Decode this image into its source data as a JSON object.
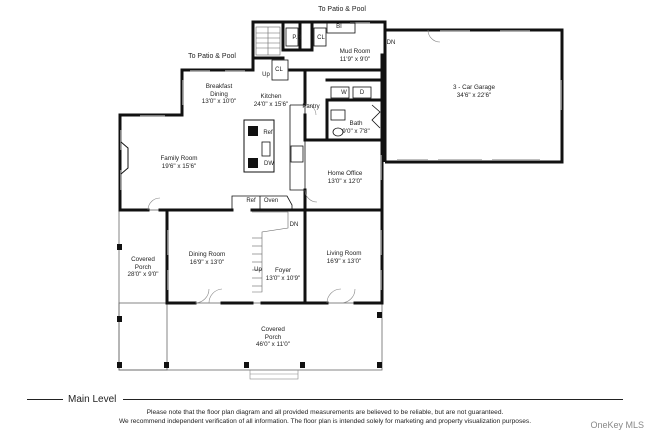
{
  "plan": {
    "rooms": [
      {
        "id": "breakfast",
        "name": "Breakfast\nDining",
        "dims": "13'0\" x 10'0\""
      },
      {
        "id": "kitchen",
        "name": "Kitchen",
        "dims": "24'0\" x 15'6\""
      },
      {
        "id": "family",
        "name": "Family Room",
        "dims": "19'6\" x 15'6\""
      },
      {
        "id": "mud",
        "name": "Mud Room",
        "dims": "11'9\" x 9'0\""
      },
      {
        "id": "garage",
        "name": "3 - Car Garage",
        "dims": "34'6\" x 22'6\""
      },
      {
        "id": "bath",
        "name": "Bath",
        "dims": "9'0\" x 7'8\""
      },
      {
        "id": "office",
        "name": "Home Office",
        "dims": "13'0\" x 12'0\""
      },
      {
        "id": "dining",
        "name": "Dining Room",
        "dims": "16'9\" x 13'0\""
      },
      {
        "id": "foyer",
        "name": "Foyer",
        "dims": "13'0\" x 10'9\""
      },
      {
        "id": "living",
        "name": "Living Room",
        "dims": "16'9\" x 13'0\""
      },
      {
        "id": "porch_side",
        "name": "Covered\nPorch",
        "dims": "28'0\" x 9'0\""
      },
      {
        "id": "porch_front",
        "name": "Covered\nPorch",
        "dims": "46'0\" x 11'0\""
      }
    ],
    "annotations": {
      "patio_top": "To Patio & Pool",
      "patio_left": "To Patio & Pool",
      "pr": "P.R",
      "cl_top": "CL",
      "cl_kitchen": "CL",
      "bi": "BI",
      "dn_mud": "DN",
      "up_kitchen": "Up",
      "pantry": "Pantry",
      "washer": "W",
      "dryer": "D",
      "ref_island": "Ref",
      "dw": "DW",
      "ref_lower": "Ref",
      "oven": "Oven",
      "dn_foyer": "DN",
      "up_foyer": "Up"
    }
  },
  "footer": {
    "level": "Main Level",
    "disclaimer_1": "Please note that the floor plan diagram and all provided measurements are believed to be reliable, but are not guaranteed.",
    "disclaimer_2": "We recommend independent verification of all information. The floor plan is intended solely for marketing and property visualization purposes.",
    "brand": "OneKey MLS"
  }
}
